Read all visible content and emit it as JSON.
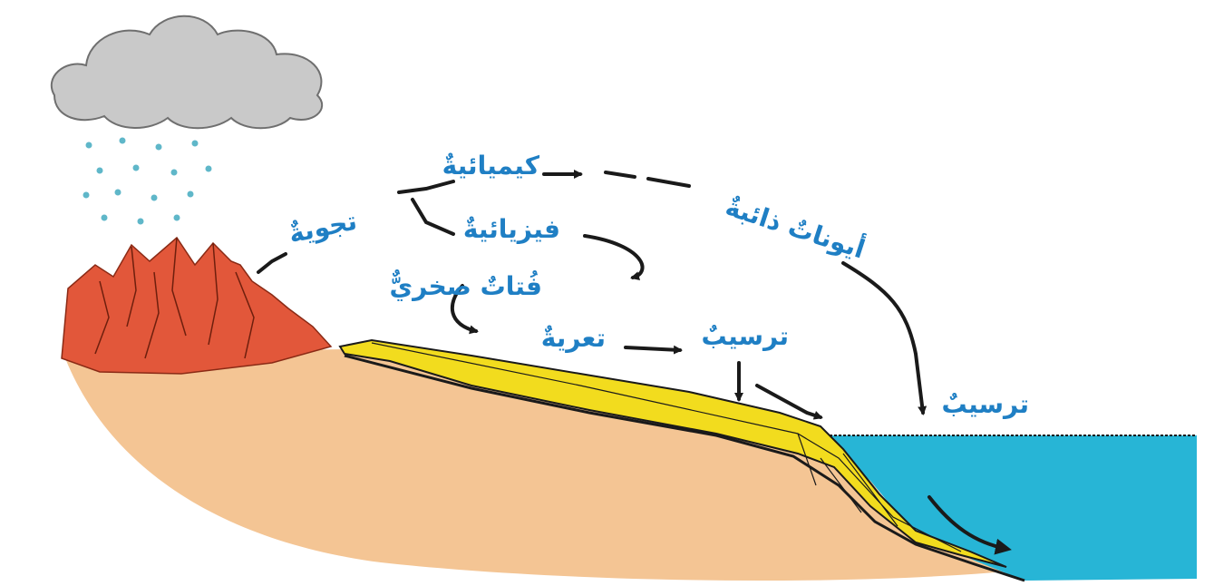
{
  "labels": {
    "weathering": "تجويةٌ",
    "chemical": "كيميائيةٌ",
    "physical": "فيزيائيةٌ",
    "rock_fragments": "فُتاتٌ صخريٌّ",
    "erosion": "تعريةٌ",
    "deposition_land": "ترسيبٌ",
    "dissolved_ions": "أيوناتٌ ذائبةٌ",
    "deposition_sea": "ترسيبٌ"
  },
  "colors": {
    "label": "#1f7fc4",
    "cloud": "#c9c9c9",
    "rain": "#5fb7c9",
    "mountain": "#e2573a",
    "ground": "#f4c594",
    "sediment": "#f2dc1e",
    "sea": "#27b5d6",
    "arrow": "#1a1a1a"
  }
}
